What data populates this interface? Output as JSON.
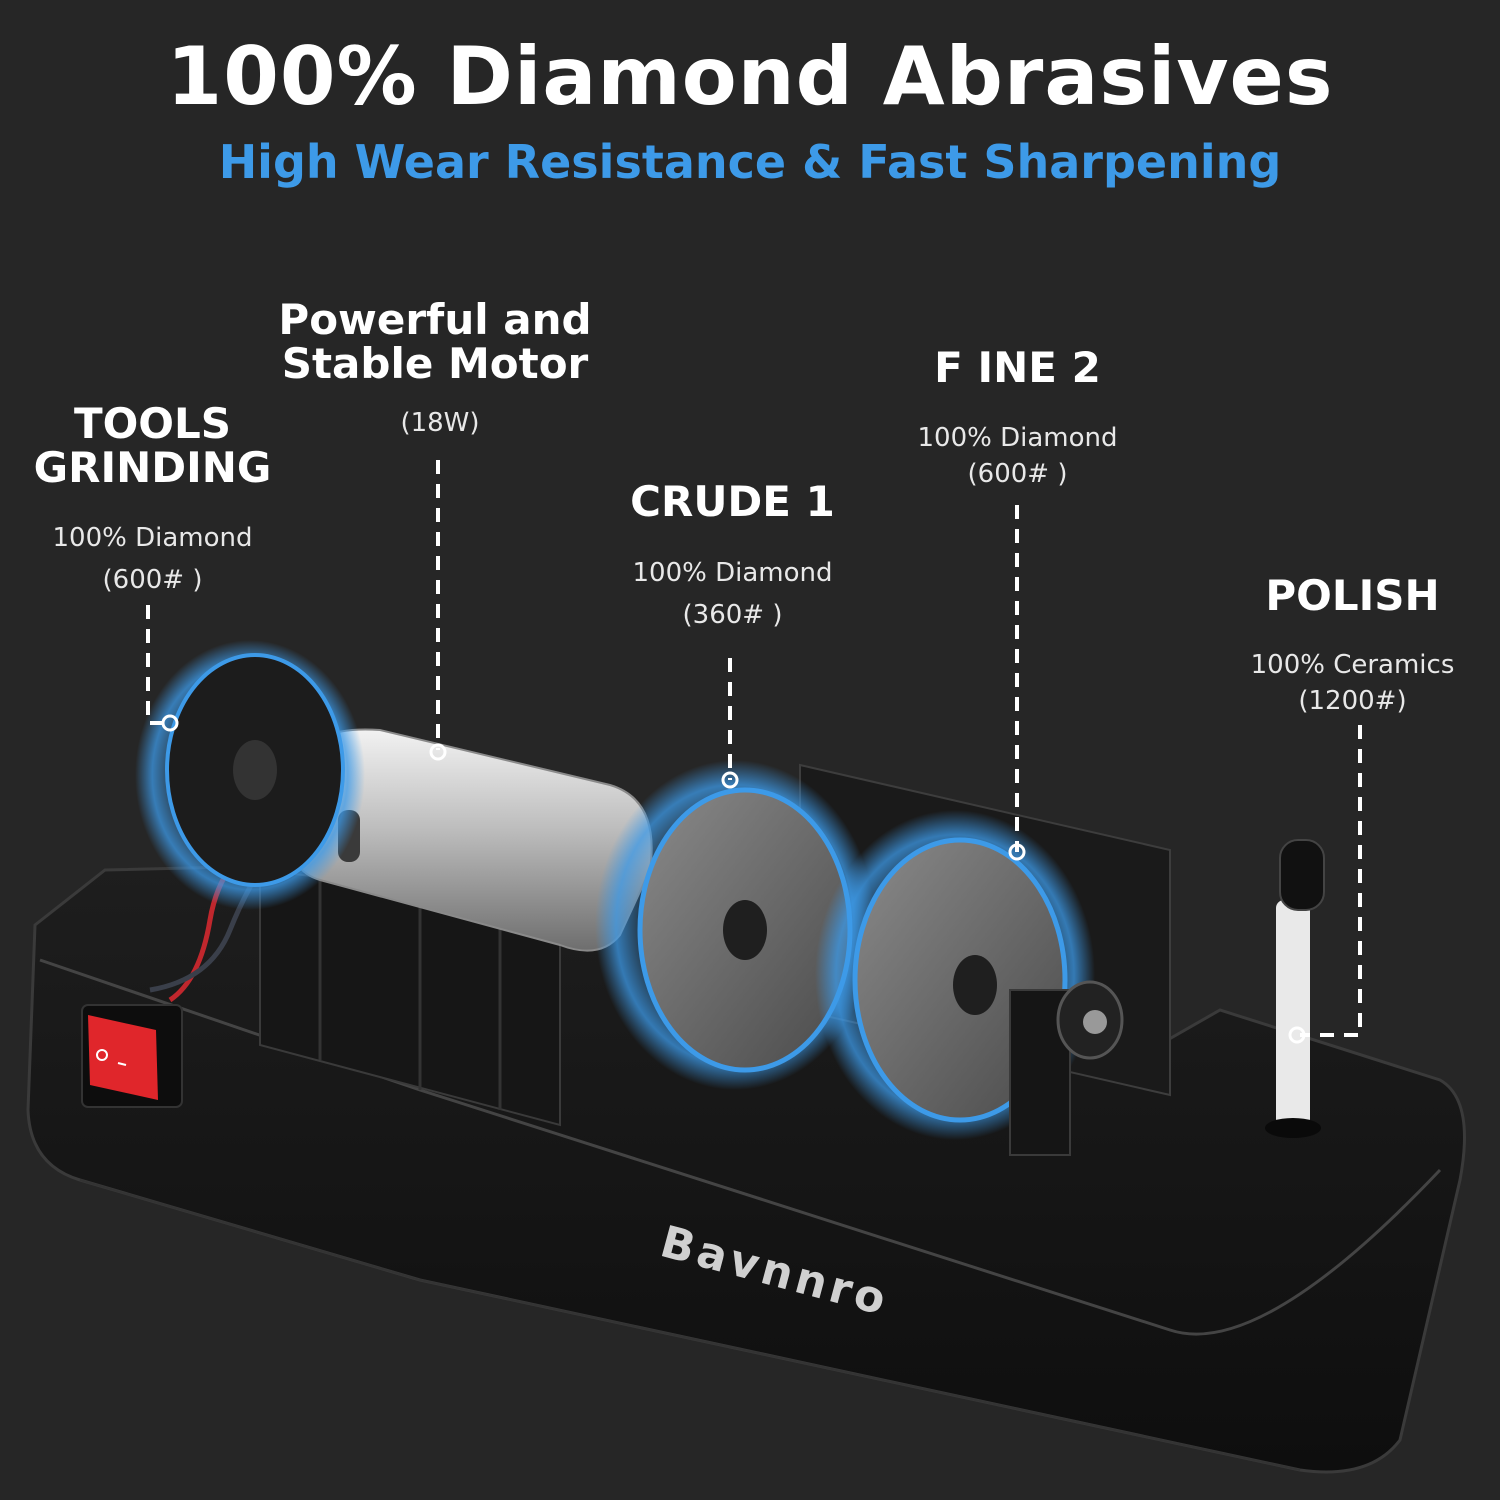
{
  "header": {
    "title": "100% Diamond Abrasives",
    "subtitle": "High Wear Resistance & Fast Sharpening"
  },
  "callouts": {
    "tools_grinding": {
      "title_line1": "TOOLS",
      "title_line2": "GRINDING",
      "material": "100% Diamond",
      "grit": "(600# )"
    },
    "motor": {
      "title_line1": "Powerful and",
      "title_line2": "Stable Motor",
      "spec": "(18W)"
    },
    "crude1": {
      "title": "CRUDE 1",
      "material": "100% Diamond",
      "grit": "(360# )"
    },
    "fine2": {
      "title": "F INE 2",
      "material": "100% Diamond",
      "grit": "(600# )"
    },
    "polish": {
      "title": "POLISH",
      "material": "100% Ceramics",
      "grit": "(1200#)"
    }
  },
  "product": {
    "brand": "Bavnnro",
    "accent_color": "#3d9ae8",
    "switch_color": "#e0262b",
    "icons": [
      "grinding-wheel-icon",
      "motor-icon",
      "power-switch-icon",
      "ceramic-rod-icon"
    ]
  }
}
